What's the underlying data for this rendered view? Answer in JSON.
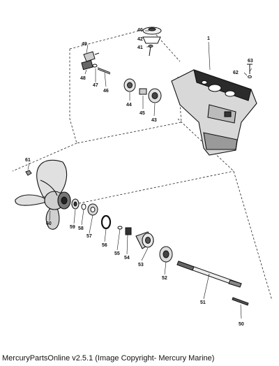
{
  "diagram": {
    "callouts": [
      "1",
      "40",
      "42",
      "41",
      "49",
      "48",
      "47",
      "46",
      "44",
      "45",
      "43",
      "63",
      "62",
      "61",
      "60",
      "59",
      "58",
      "57",
      "56",
      "55",
      "54",
      "53",
      "52",
      "51",
      "50"
    ]
  },
  "footer": {
    "caption": "MercuryPartsOnline v2.5.1 (Image Copyright- Mercury Marine)"
  }
}
